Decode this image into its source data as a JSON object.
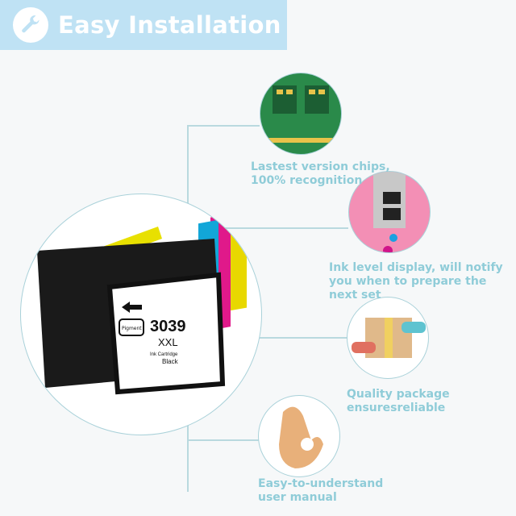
{
  "banner": {
    "title": "Easy Installation",
    "icon": "wrench-icon"
  },
  "product": {
    "model": "3039",
    "size": "XXL",
    "type": "Ink Cartridge",
    "color": "Black",
    "badge": "Pigment"
  },
  "features": [
    {
      "icon": "chip-icon",
      "lines": [
        "Lastest version chips,",
        "100% recognition"
      ]
    },
    {
      "icon": "ink-level-icon",
      "lines": [
        "Ink level display, will notify",
        "you when to prepare the",
        "next set"
      ]
    },
    {
      "icon": "package-icon",
      "lines": [
        "Quality package",
        "ensuresreliable"
      ]
    },
    {
      "icon": "ok-hand-icon",
      "lines": [
        "Easy-to-understand",
        "user manual"
      ]
    }
  ],
  "colors": {
    "accent": "#8fccd8",
    "banner": "#bfe2f4",
    "chip_bg": "#2a8a4a",
    "ink_bg": "#f38fb5"
  }
}
